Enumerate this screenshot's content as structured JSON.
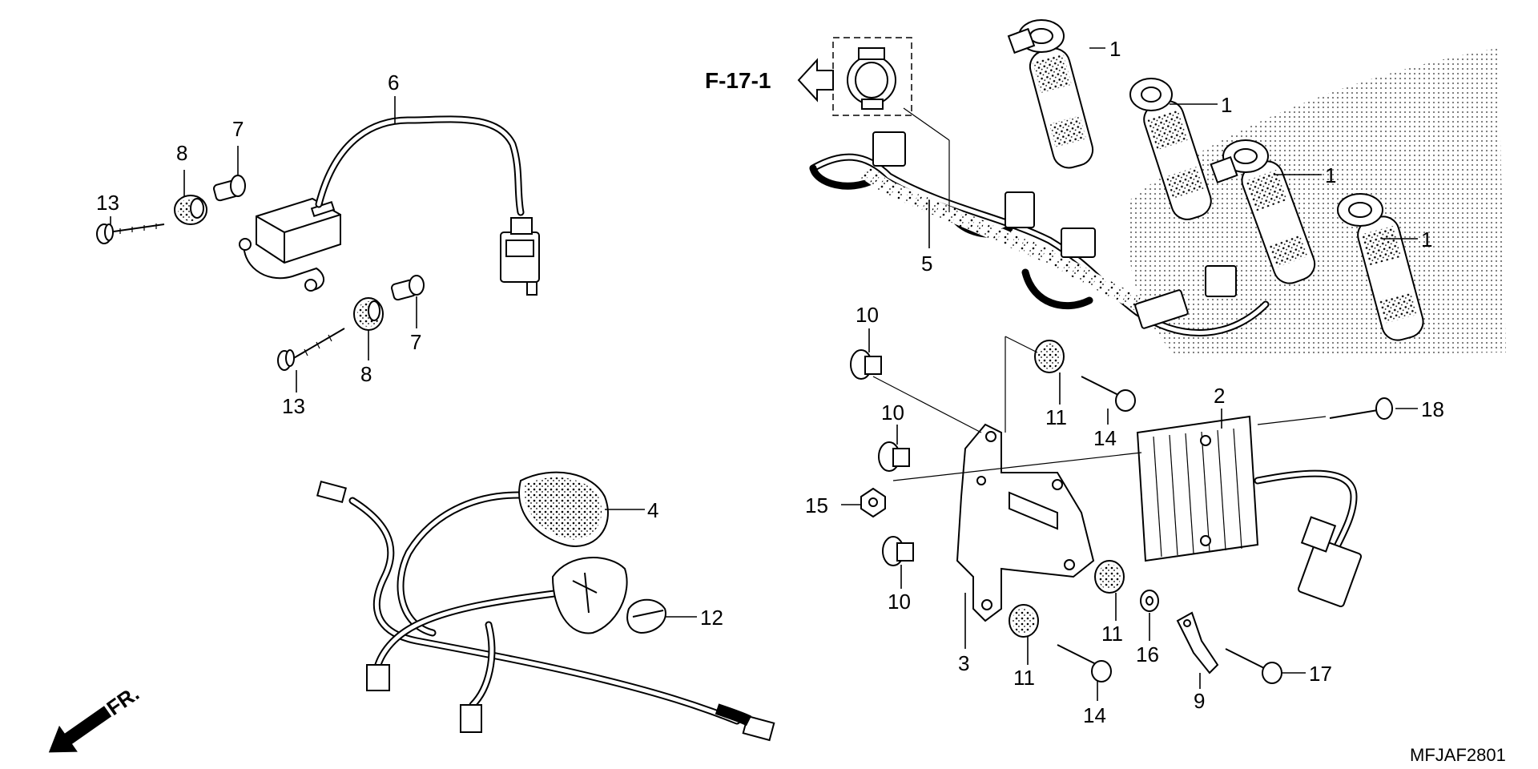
{
  "reference_label": "F-17-1",
  "direction_label": "FR.",
  "diagram_code": "MFJAF2801",
  "callouts": [
    {
      "id": "c1a",
      "text": "1"
    },
    {
      "id": "c1b",
      "text": "1"
    },
    {
      "id": "c1c",
      "text": "1"
    },
    {
      "id": "c1d",
      "text": "1"
    },
    {
      "id": "c2",
      "text": "2"
    },
    {
      "id": "c3",
      "text": "3"
    },
    {
      "id": "c4",
      "text": "4"
    },
    {
      "id": "c5",
      "text": "5"
    },
    {
      "id": "c6",
      "text": "6"
    },
    {
      "id": "c7a",
      "text": "7"
    },
    {
      "id": "c7b",
      "text": "7"
    },
    {
      "id": "c8a",
      "text": "8"
    },
    {
      "id": "c8b",
      "text": "8"
    },
    {
      "id": "c9",
      "text": "9"
    },
    {
      "id": "c10a",
      "text": "10"
    },
    {
      "id": "c10b",
      "text": "10"
    },
    {
      "id": "c10c",
      "text": "10"
    },
    {
      "id": "c11a",
      "text": "11"
    },
    {
      "id": "c11b",
      "text": "11"
    },
    {
      "id": "c11c",
      "text": "11"
    },
    {
      "id": "c12",
      "text": "12"
    },
    {
      "id": "c13a",
      "text": "13"
    },
    {
      "id": "c13b",
      "text": "13"
    },
    {
      "id": "c14a",
      "text": "14"
    },
    {
      "id": "c14b",
      "text": "14"
    },
    {
      "id": "c15",
      "text": "15"
    },
    {
      "id": "c16",
      "text": "16"
    },
    {
      "id": "c17",
      "text": "17"
    },
    {
      "id": "c18",
      "text": "18"
    }
  ]
}
